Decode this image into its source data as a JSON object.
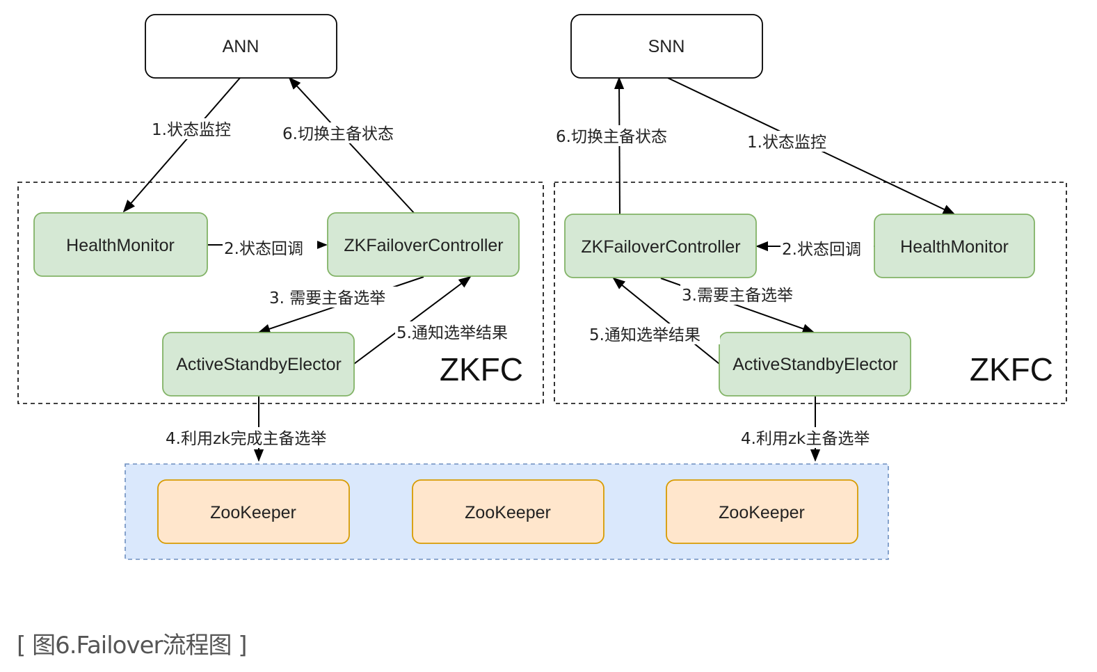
{
  "nodes": {
    "ann": "ANN",
    "snn": "SNN",
    "left_health": "HealthMonitor",
    "left_zkfc_ctrl": "ZKFailoverController",
    "left_elector": "ActiveStandbyElector",
    "right_health": "HealthMonitor",
    "right_zkfc_ctrl": "ZKFailoverController",
    "right_elector": "ActiveStandbyElector",
    "zk1": "ZooKeeper",
    "zk2": "ZooKeeper",
    "zk3": "ZooKeeper"
  },
  "groups": {
    "left_zkfc": "ZKFC",
    "right_zkfc": "ZKFC"
  },
  "edges": {
    "left_monitor": "1.状态监控",
    "left_switch": "6.切换主备状态",
    "left_callback": "2.状态回调",
    "left_need_elect": "3. 需要主备选举",
    "left_notify": "5.通知选举结果",
    "left_zk": "4.利用zk完成主备选举",
    "right_switch": "6.切换主备状态",
    "right_monitor": "1.状态监控",
    "right_callback": "2.状态回调",
    "right_need_elect": "3.需要主备选举",
    "right_notify": "5.通知选举结果",
    "right_zk": "4.利用zk主备选举"
  },
  "caption": "[ 图6.Failover流程图 ]",
  "colors": {
    "green_fill": "#d5e8d4",
    "green_stroke": "#82b366",
    "orange_fill": "#ffe6cc",
    "orange_stroke": "#d79b00",
    "blue_fill": "#dae8fc",
    "blue_stroke": "#6c8ebf"
  }
}
